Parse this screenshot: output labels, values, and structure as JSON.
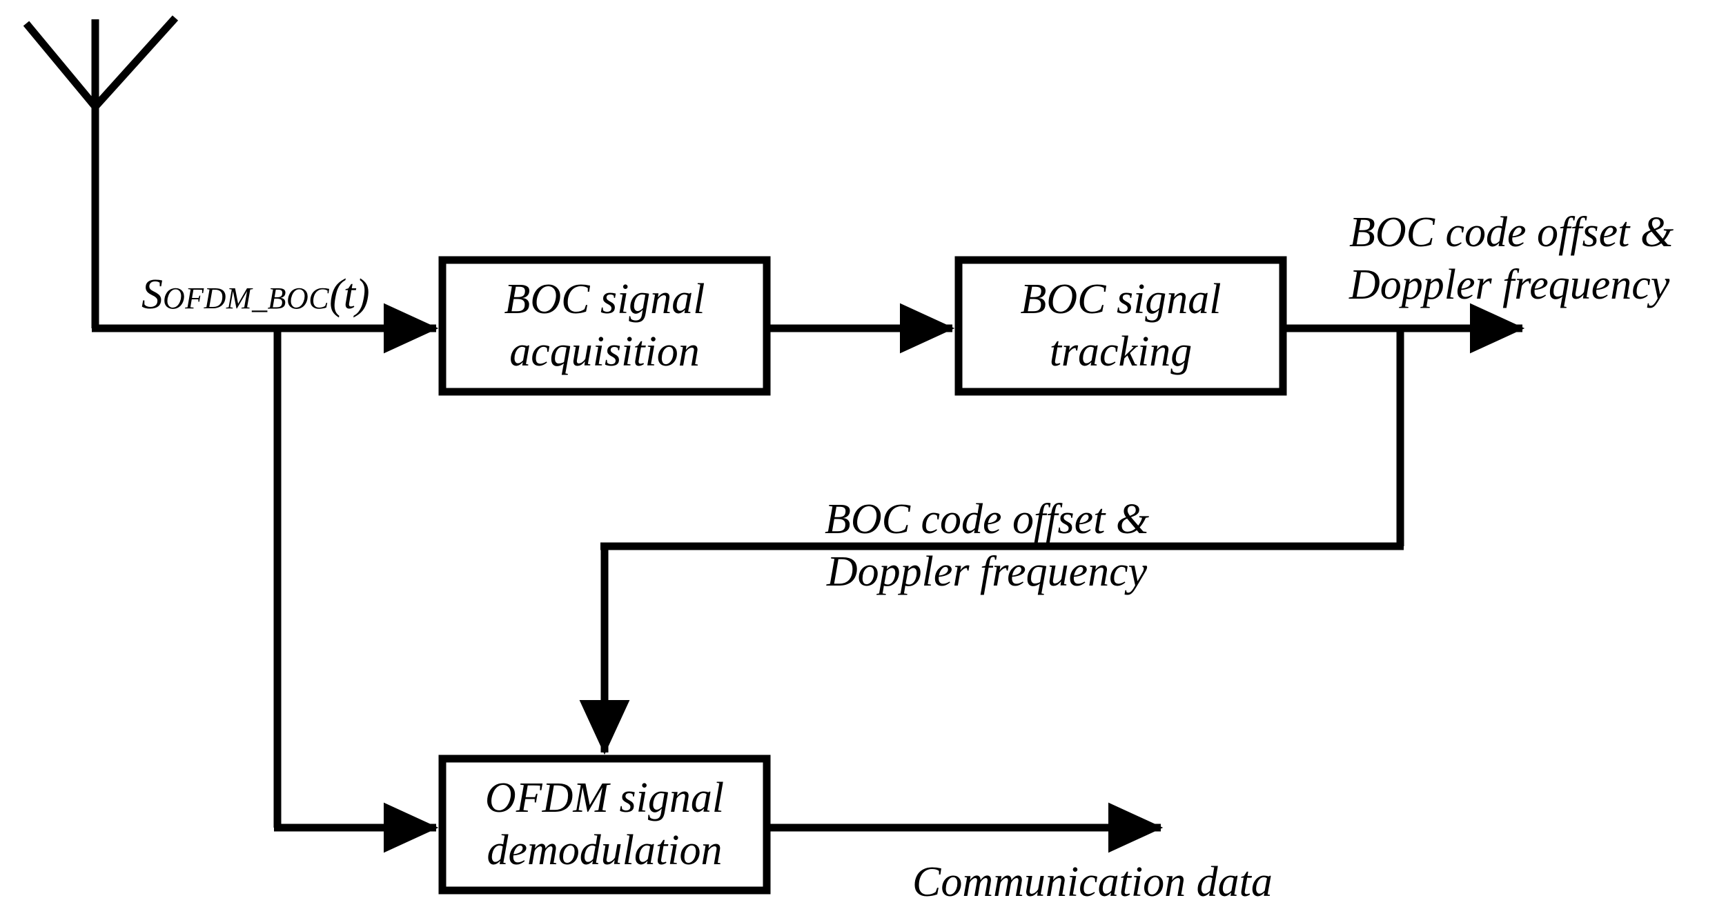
{
  "diagram": {
    "title": "OFDM_BOC receiver signal processing block diagram",
    "stroke_color": "#000000",
    "background_color": "#ffffff",
    "antenna": {
      "name": "receiving antenna"
    },
    "blocks": [
      {
        "id": "boc-signal-acquisition",
        "line1": "BOC signal",
        "line2": "acquisition"
      },
      {
        "id": "boc-signal-tracking",
        "line1": "BOC signal",
        "line2": "tracking"
      },
      {
        "id": "ofdm-signal-demodulation",
        "line1": "OFDM signal",
        "line2": "demodulation"
      }
    ],
    "labels": {
      "input_signal_main": "S",
      "input_signal_sub": "OFDM_BOC",
      "input_signal_arg": "(t)",
      "output_top_line1": "BOC code offset &",
      "output_top_line2": "Doppler frequency",
      "feedback_line1": "BOC code offset &",
      "feedback_line2": "Doppler frequency",
      "output_bottom": "Communication data"
    }
  }
}
